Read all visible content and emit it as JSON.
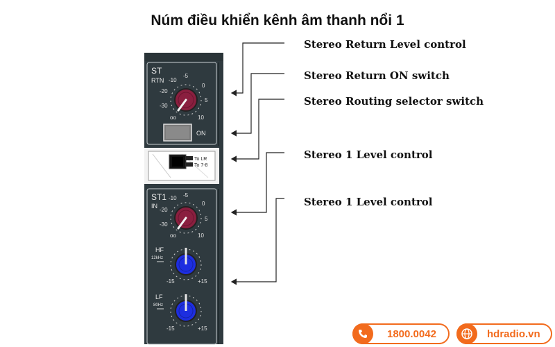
{
  "title": "Núm điều khiển kênh âm thanh nổi 1",
  "callouts": [
    "Stereo Return Level control",
    "Stereo Return ON switch",
    "Stereo Routing selector switch",
    "Stereo 1 Level control",
    "Stereo 1 Level control"
  ],
  "panel": {
    "st_rtn_label": "ST",
    "st_rtn_sub": "RTN",
    "rtn_scale": [
      "-10",
      "-5",
      "0",
      "-20",
      "5",
      "-30",
      "oo",
      "10"
    ],
    "on_label": "ON",
    "to_lr": "To LR",
    "to_78": "To 7-8",
    "st1_label": "ST1",
    "st1_sub": "IN",
    "st1_scale": [
      "-10",
      "-5",
      "0",
      "-20",
      "5",
      "-30",
      "oo",
      "10"
    ],
    "hf_label": "HF",
    "hf_freq": "12kHz",
    "hf_min": "-15",
    "hf_max": "+15",
    "lf_label": "LF",
    "lf_freq": "80Hz",
    "lf_min": "-15",
    "lf_max": "+15"
  },
  "footer": {
    "phone": "1800.0042",
    "website": "hdradio.vn"
  },
  "colors": {
    "panel": "#2f3a3f",
    "knob_maroon": "#8a1f3f",
    "knob_blue": "#1d2ee0",
    "accent": "#f26b1d"
  }
}
